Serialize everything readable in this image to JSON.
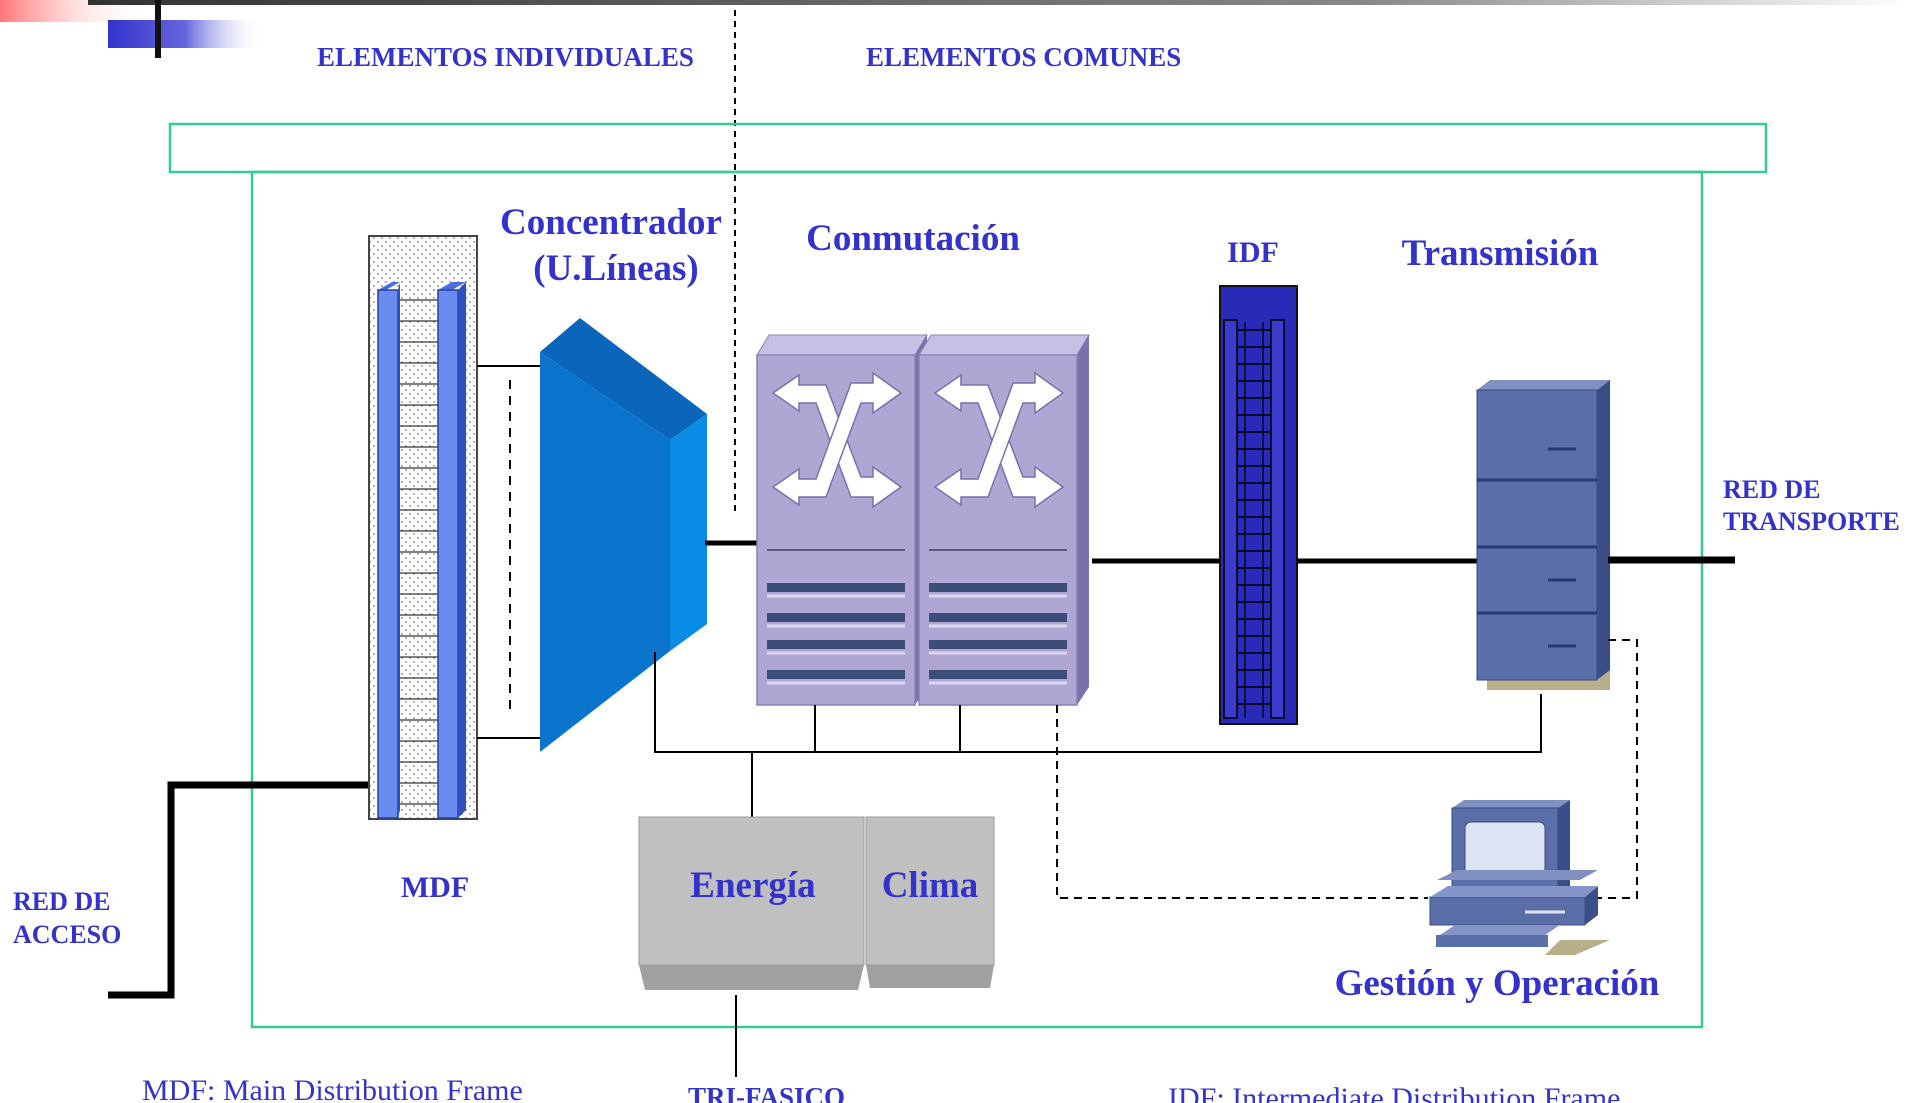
{
  "headers": {
    "individual": "ELEMENTOS INDIVIDUALES",
    "common": "ELEMENTOS COMUNES"
  },
  "labels": {
    "concentrador_line1": "Concentrador",
    "concentrador_line2": "(U.Líneas)",
    "conmutacion": "Conmutación",
    "idf": "IDF",
    "transmision": "Transmisión",
    "mdf": "MDF",
    "energia": "Energía",
    "clima": "Clima",
    "gestion": "Gestión y Operación",
    "red_acceso_line1": "RED DE",
    "red_acceso_line2": "ACCESO",
    "red_transporte_line1": "RED DE",
    "red_transporte_line2": "TRANSPORTE",
    "trifasico": "TRI-FASICO"
  },
  "footer": {
    "mdf_def": "MDF: Main  Distribution Frame",
    "idf_def": "IDF: Intermediate  Distribution Frame"
  },
  "colors": {
    "label": "#3333cc",
    "frame": "#33cc99",
    "concentrator": "#0a74cc",
    "switch": "#b0a6d4",
    "idf": "#2a2ab8",
    "server": "#5a6fa8",
    "power": "#c0c0c0"
  }
}
